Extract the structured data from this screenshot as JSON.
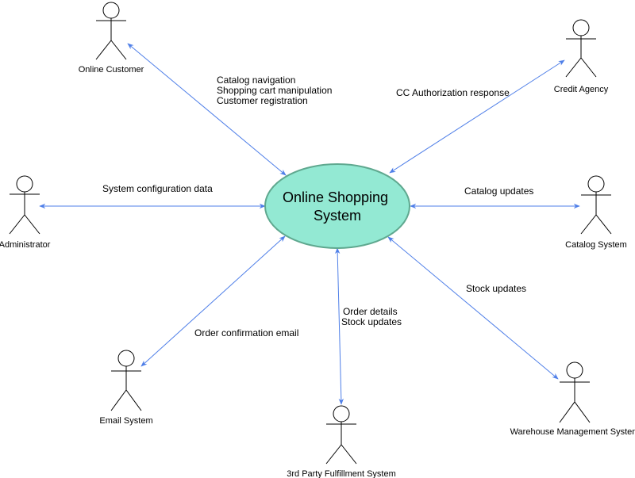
{
  "diagram": {
    "type": "use-case-context",
    "colors": {
      "system_fill": "#93e9d3",
      "system_stroke": "#5fa88f",
      "edge": "#4f7fe8",
      "actor": "#000000"
    },
    "system": {
      "id": "online-shopping-system",
      "label_lines": [
        "Online Shopping",
        "System"
      ]
    },
    "actors": [
      {
        "id": "online-customer",
        "label": "Online Customer"
      },
      {
        "id": "credit-agency",
        "label": "Credit Agency"
      },
      {
        "id": "administrator",
        "label": "Administrator"
      },
      {
        "id": "catalog-system",
        "label": "Catalog System"
      },
      {
        "id": "email-system",
        "label": "Email System"
      },
      {
        "id": "third-party-fulfillment",
        "label": "3rd Party Fulfillment System"
      },
      {
        "id": "warehouse-management",
        "label": "Warehouse Management System"
      }
    ],
    "edges": [
      {
        "from": "online-customer",
        "to": "online-shopping-system",
        "bidirectional": true,
        "label_lines": [
          "Catalog navigation",
          "Shopping cart manipulation",
          "Customer registration"
        ]
      },
      {
        "from": "credit-agency",
        "to": "online-shopping-system",
        "bidirectional": true,
        "label_lines": [
          "CC Authorization response"
        ]
      },
      {
        "from": "administrator",
        "to": "online-shopping-system",
        "bidirectional": true,
        "label_lines": [
          "System configuration data"
        ]
      },
      {
        "from": "catalog-system",
        "to": "online-shopping-system",
        "bidirectional": true,
        "label_lines": [
          "Catalog updates"
        ]
      },
      {
        "from": "email-system",
        "to": "online-shopping-system",
        "bidirectional": true,
        "label_lines": [
          "Order confirmation email"
        ]
      },
      {
        "from": "third-party-fulfillment",
        "to": "online-shopping-system",
        "bidirectional": true,
        "label_lines": [
          "Order details",
          "Stock updates"
        ]
      },
      {
        "from": "warehouse-management",
        "to": "online-shopping-system",
        "bidirectional": true,
        "label_lines": [
          "Stock updates"
        ]
      }
    ]
  }
}
